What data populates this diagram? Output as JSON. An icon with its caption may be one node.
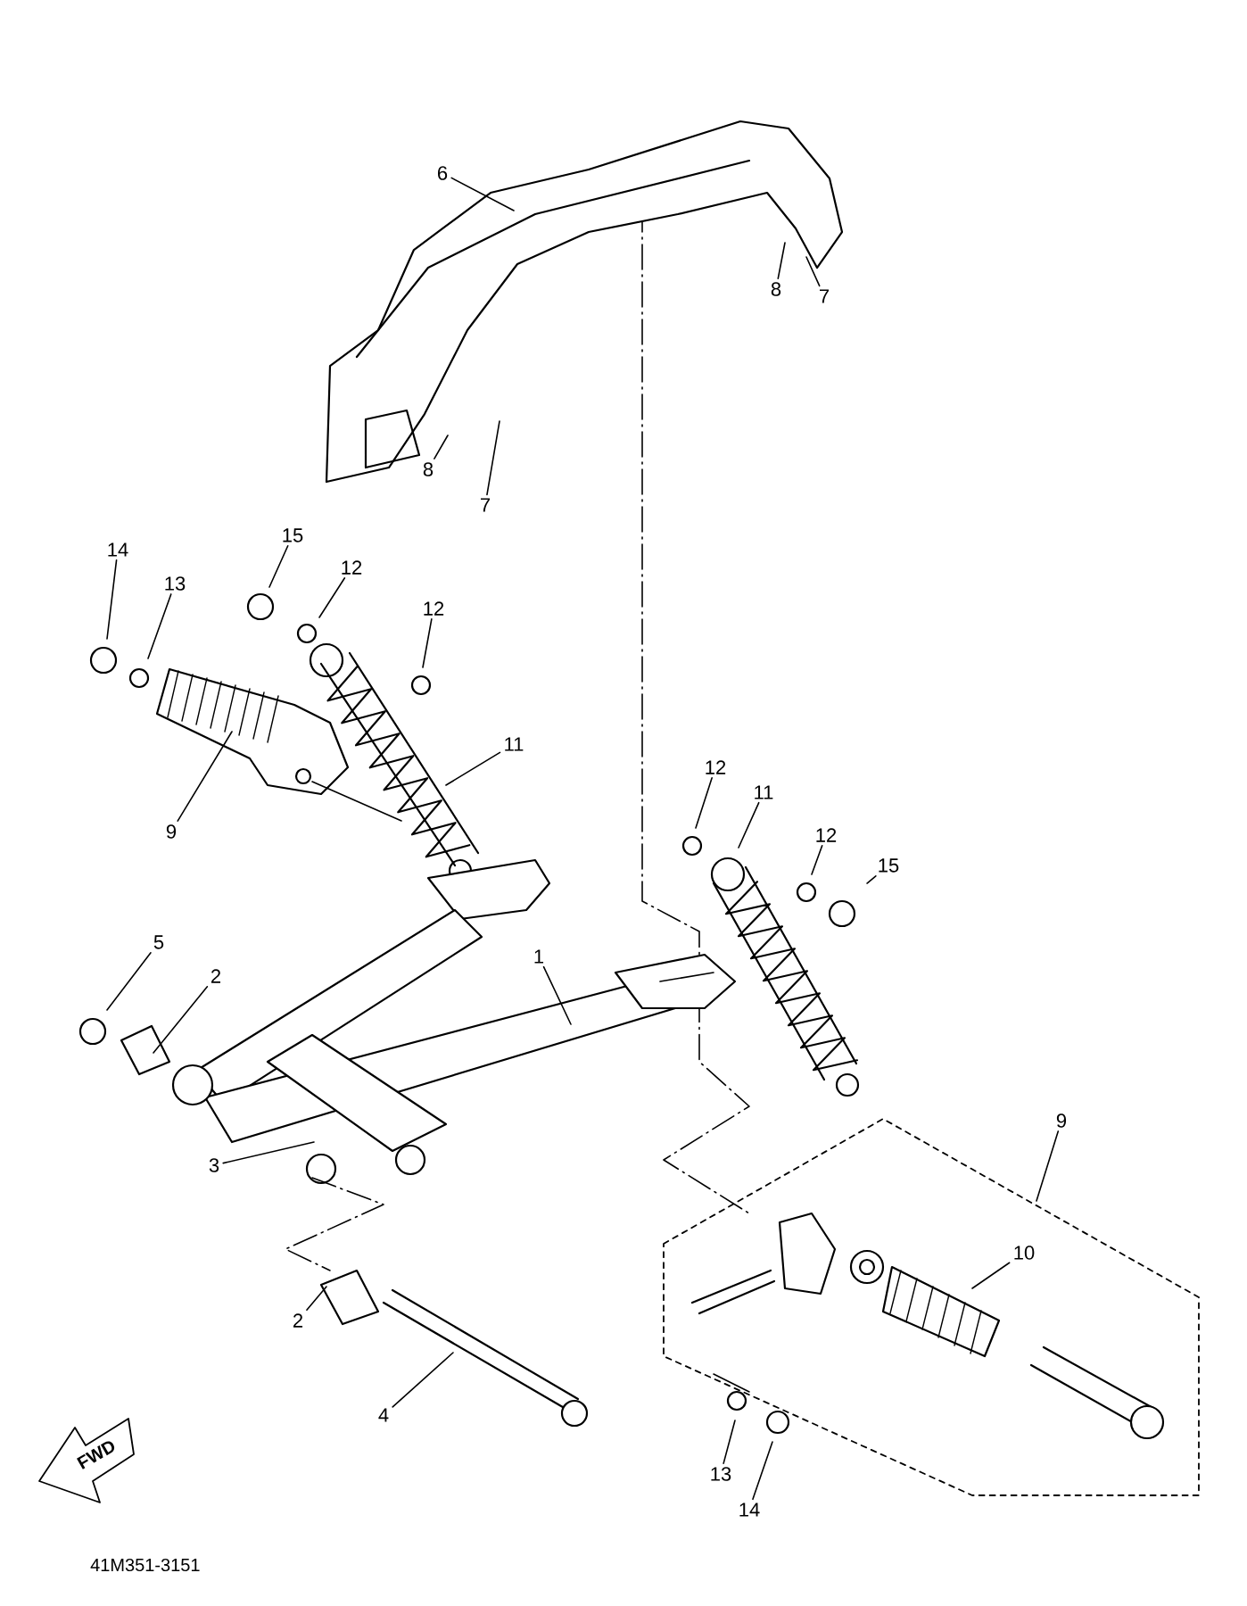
{
  "diagram": {
    "nodes": [
      {
        "text": [
          "6"
        ]
      },
      {
        "text": [
          "8"
        ]
      },
      {
        "text": [
          "7"
        ]
      },
      {
        "text": [
          "8"
        ]
      },
      {
        "text": [
          "7"
        ]
      },
      {
        "text": [
          "14"
        ]
      },
      {
        "text": [
          "13"
        ]
      },
      {
        "text": [
          "15"
        ]
      },
      {
        "text": [
          "12"
        ]
      },
      {
        "text": [
          "12"
        ]
      },
      {
        "text": [
          "9"
        ]
      },
      {
        "text": [
          "11"
        ]
      },
      {
        "text": [
          "12"
        ]
      },
      {
        "text": [
          "11"
        ]
      },
      {
        "text": [
          "12"
        ]
      },
      {
        "text": [
          "15"
        ]
      },
      {
        "text": [
          "5"
        ]
      },
      {
        "text": [
          "2"
        ]
      },
      {
        "text": [
          "1"
        ]
      },
      {
        "text": [
          "3"
        ]
      },
      {
        "text": [
          "2"
        ]
      },
      {
        "text": [
          "4"
        ]
      },
      {
        "text": [
          "9"
        ]
      },
      {
        "text": [
          "10"
        ]
      },
      {
        "text": [
          "13"
        ]
      },
      {
        "text": [
          "14"
        ]
      }
    ],
    "edges": [
      {
        "from": 0,
        "to": null,
        "arrow": "none"
      },
      {
        "from": 1,
        "to": null,
        "arrow": "none"
      },
      {
        "from": 2,
        "to": null,
        "arrow": "none"
      },
      {
        "from": 3,
        "to": null,
        "arrow": "none"
      },
      {
        "from": 4,
        "to": null,
        "arrow": "none"
      },
      {
        "from": 5,
        "to": null,
        "arrow": "none"
      },
      {
        "from": 6,
        "to": null,
        "arrow": "none"
      },
      {
        "from": 7,
        "to": null,
        "arrow": "none"
      },
      {
        "from": 8,
        "to": null,
        "arrow": "none"
      },
      {
        "from": 9,
        "to": null,
        "arrow": "none"
      },
      {
        "from": 10,
        "to": null,
        "arrow": "none"
      },
      {
        "from": 11,
        "to": null,
        "arrow": "none"
      },
      {
        "from": 12,
        "to": null,
        "arrow": "none"
      },
      {
        "from": 13,
        "to": null,
        "arrow": "none"
      },
      {
        "from": 14,
        "to": null,
        "arrow": "none"
      },
      {
        "from": 15,
        "to": null,
        "arrow": "none"
      },
      {
        "from": 16,
        "to": null,
        "arrow": "none"
      },
      {
        "from": 17,
        "to": null,
        "arrow": "none"
      },
      {
        "from": 18,
        "to": null,
        "arrow": "none"
      },
      {
        "from": 19,
        "to": null,
        "arrow": "none"
      },
      {
        "from": 20,
        "to": null,
        "arrow": "none"
      },
      {
        "from": 21,
        "to": null,
        "arrow": "none"
      },
      {
        "from": 22,
        "to": null,
        "arrow": "none"
      },
      {
        "from": 23,
        "to": null,
        "arrow": "none"
      },
      {
        "from": 24,
        "to": null,
        "arrow": "none"
      },
      {
        "from": 25,
        "to": null,
        "arrow": "none"
      }
    ],
    "labels": [
      "FWD",
      "41M351-3151"
    ]
  }
}
